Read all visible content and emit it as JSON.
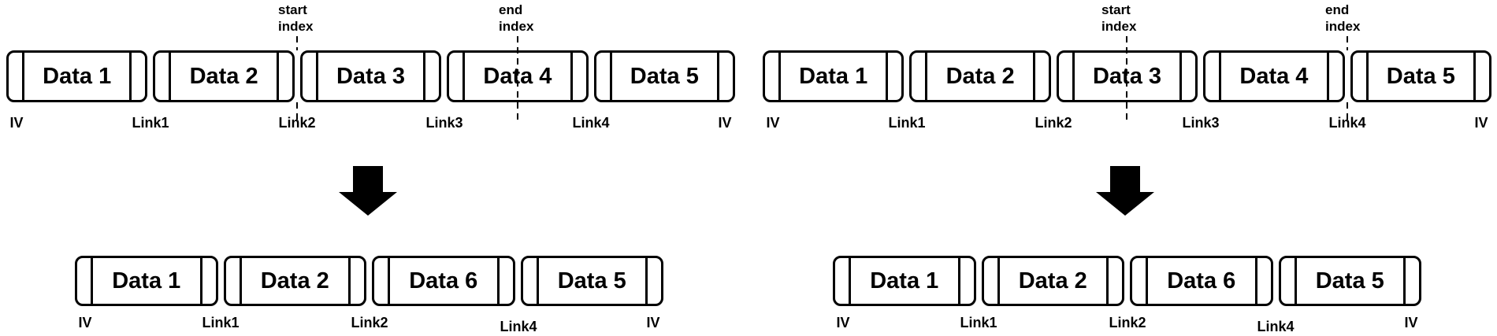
{
  "colors": {
    "ink": "#000000",
    "paper": "#ffffff"
  },
  "panels": {
    "left": {
      "start_index_label": "start\nindex",
      "end_index_label": "end\nindex",
      "arrow_icon": "down-arrow",
      "original_chain": {
        "iv_start": "IV",
        "blocks": [
          "Data 1",
          "Data 2",
          "Data 3",
          "Data 4",
          "Data 5"
        ],
        "links": [
          "Link1",
          "Link2",
          "Link3",
          "Link4"
        ],
        "iv_end": "IV"
      },
      "result_chain": {
        "iv_start": "IV",
        "blocks": [
          "Data 1",
          "Data 2",
          "Data 6",
          "Data 5"
        ],
        "links": [
          "Link1",
          "Link2",
          "Link4"
        ],
        "iv_end": "IV"
      }
    },
    "right": {
      "start_index_label": "start\nindex",
      "end_index_label": "end\nindex",
      "arrow_icon": "down-arrow",
      "original_chain": {
        "iv_start": "IV",
        "blocks": [
          "Data 1",
          "Data 2",
          "Data 3",
          "Data 4",
          "Data 5"
        ],
        "links": [
          "Link1",
          "Link2",
          "Link3",
          "Link4"
        ],
        "iv_end": "IV"
      },
      "result_chain": {
        "iv_start": "IV",
        "blocks": [
          "Data 1",
          "Data 2",
          "Data 6",
          "Data 5"
        ],
        "links": [
          "Link1",
          "Link2",
          "Link4"
        ],
        "iv_end": "IV"
      }
    }
  }
}
